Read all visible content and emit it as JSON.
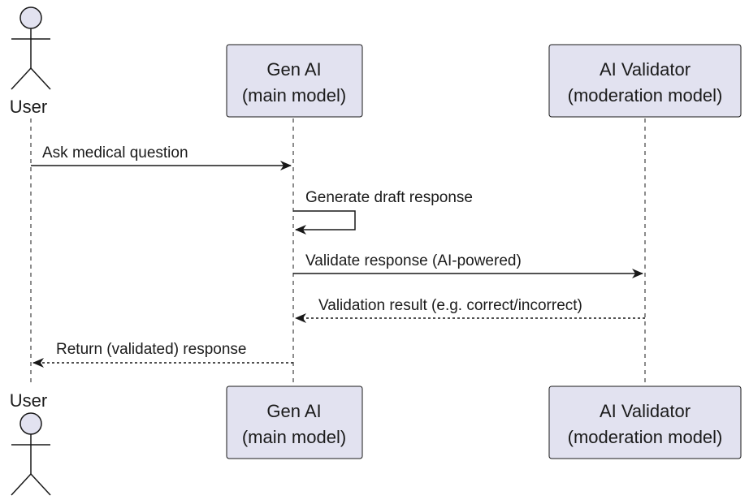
{
  "participants": {
    "user": {
      "label": "User"
    },
    "gen_ai": {
      "line1": "Gen AI",
      "line2": "(main model)"
    },
    "validator": {
      "line1": "AI Validator",
      "line2": "(moderation model)"
    }
  },
  "messages": [
    {
      "label": "Ask medical question",
      "from": "user",
      "to": "gen_ai",
      "style": "solid"
    },
    {
      "label": "Generate draft response",
      "from": "gen_ai",
      "to": "gen_ai",
      "style": "solid"
    },
    {
      "label": "Validate response (AI-powered)",
      "from": "gen_ai",
      "to": "validator",
      "style": "solid"
    },
    {
      "label": "Validation result (e.g. correct/incorrect)",
      "from": "validator",
      "to": "gen_ai",
      "style": "dashed"
    },
    {
      "label": "Return (validated) response",
      "from": "gen_ai",
      "to": "user",
      "style": "dashed"
    }
  ],
  "colors": {
    "participant_fill": "#e2e2f0",
    "participant_border": "#181818",
    "line": "#181818",
    "text": "#1b1b1b"
  }
}
